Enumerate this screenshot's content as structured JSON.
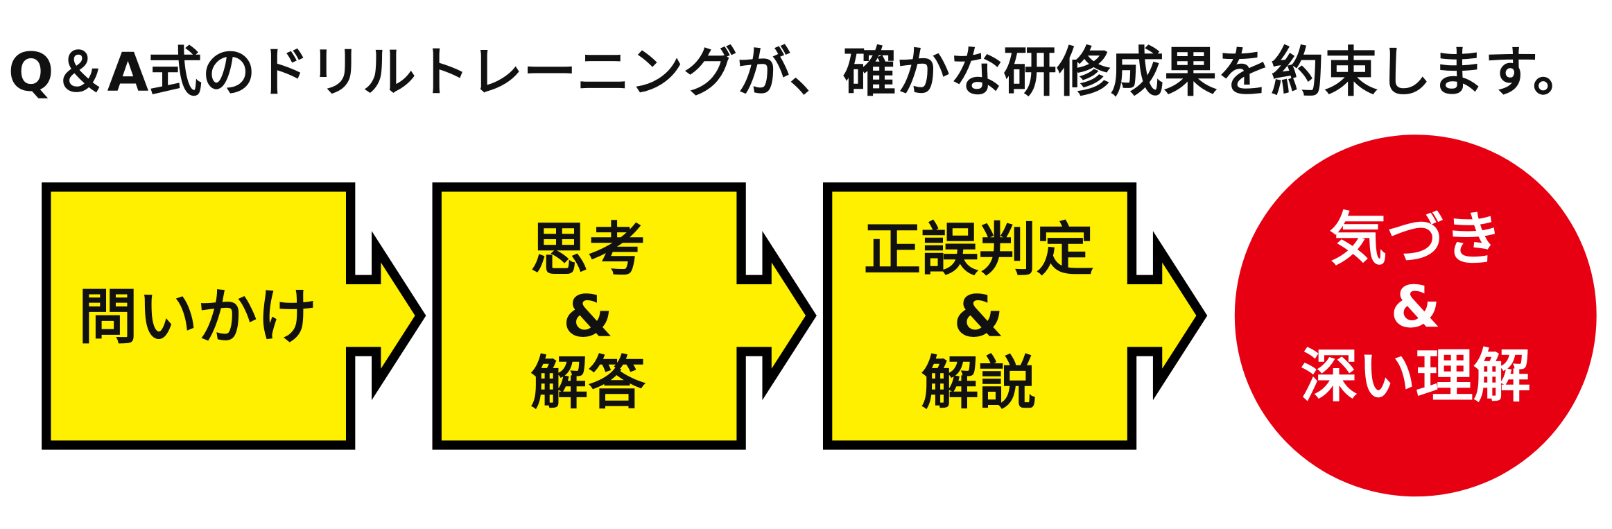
{
  "title": "Q＆A式のドリルトレーニングが、確かな研修成果を約束します。",
  "steps": [
    {
      "lines": [
        "問いかけ"
      ]
    },
    {
      "lines": [
        "思考",
        "&",
        "解答"
      ]
    },
    {
      "lines": [
        "正誤判定",
        "&",
        "解説"
      ]
    }
  ],
  "result": {
    "lines": [
      "気づき",
      "&",
      "深い理解"
    ]
  },
  "colors": {
    "box_fill": "#FFF000",
    "box_stroke": "#000000",
    "circle_fill": "#E60012",
    "circle_text": "#FFFFFF"
  }
}
